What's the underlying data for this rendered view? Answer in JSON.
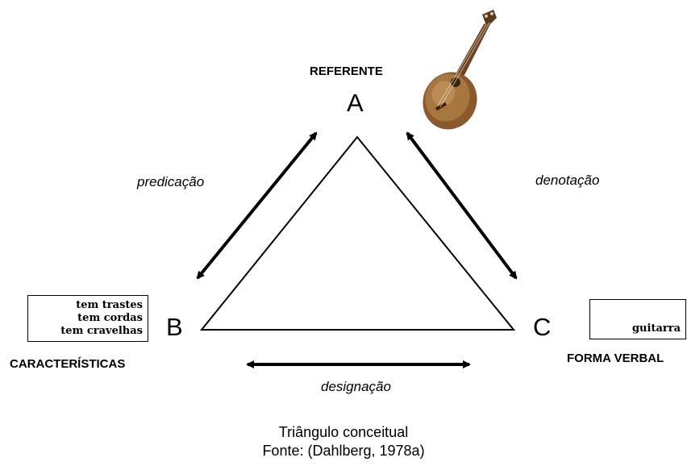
{
  "vertices": {
    "a": {
      "letter": "A",
      "title": "REFERENTE"
    },
    "b": {
      "letter": "B",
      "title": "CARACTERÍSTICAS"
    },
    "c": {
      "letter": "C",
      "title": "FORMA VERBAL"
    }
  },
  "characteristics": [
    "tem trastes",
    "tem cordas",
    "tem cravelhas"
  ],
  "verbal_form": "guitarra",
  "relations": {
    "ab": "predicação",
    "ac": "denotação",
    "bc": "designação"
  },
  "caption": {
    "title": "Triângulo conceitual",
    "source": "Fonte: (Dahlberg, 1978a)"
  },
  "referent_image": "guitar-illustration",
  "colors": {
    "line": "#000000",
    "guitar_body": "#8a5a2e",
    "guitar_light": "#c79a63"
  }
}
